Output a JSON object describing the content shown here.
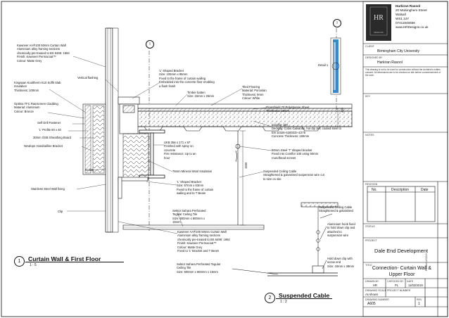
{
  "company": {
    "name": "Harkiran Rasool",
    "address": [
      "20 Malvinghem Street",
      "Walsall",
      "WS1 3JY"
    ],
    "phone": "07411945656",
    "web": "www.HRDesigns.co.uk",
    "logo_letters": "HR",
    "logo_sub": "DESIGNS"
  },
  "title_block": {
    "client_label": "CLIENT",
    "client": "Birmingham City University",
    "designer_label": "DESIGNED BY",
    "designer": "Harkiran Rasool",
    "disclaimer": "This drawing is not to be used for construction without the Architect's written consent. All dimensions are to be checked on site before commencement of the work.",
    "key_label": "KEY",
    "notes_label": "NOTES",
    "revision_label": "REVISION",
    "rev_headers": [
      "No.",
      "Description",
      "Date"
    ],
    "status_label": "STATUS",
    "project_label": "PROJECT",
    "project": "Dale End Development",
    "title_label": "TITLE",
    "drawing_title": "Connection- Curtain Wall & Upper Floor",
    "drawn_label": "DRAWN BY",
    "checked_label": "CHECKED BY",
    "date_label": "DATE",
    "drawn": "HR",
    "checked": "PL",
    "date": "11/02/2019",
    "scale_label": "DRAWING SCALE",
    "project_no_label": "PROJECT NUMBER",
    "scale": "As shown",
    "drawing_no_label": "DRAWING NUMBER",
    "rev_label": "REV",
    "drawing_no": "A605",
    "rev": "1",
    "side_text": "Printed 11/02/19"
  },
  "details": {
    "main": {
      "number": "1",
      "title": "Curtain Wall & First Floor",
      "scale": "1 : 5"
    },
    "cable": {
      "number": "2",
      "title": "Suspended Cable",
      "scale": "1 : 2"
    },
    "detail_ref": "Detail 1",
    "section_marker": "I"
  },
  "labels": {
    "curtain_wall_top": "Kawneer AA®100 50mm Curtain Wall\nAluminium alloy framing sections\nchemically pre-treated to BS 6496: 1984\nFinish: Kawneer Permacoat™\nColour: Matte Grey",
    "vertical_flashing": "Vertical flashing",
    "slab_insulation": "Kingspan Kooltherm K10 Soffit Slab\nInsulation\nThickness: 100mm",
    "cladding": "Optima TFC Rainscreen Cladding\nMaterial: Aluminium\nColour: Bronze",
    "self_drill": "Self Drill Fastener",
    "l_profile": "'L' Profile 60 x 40",
    "osb": "30mm OSB Sheathing Board",
    "handrail_bracket": "Newlope Handrailline Bracket",
    "isolate": "Isolate",
    "wall_fixing": "Stainless Steel Wall fixing",
    "clip": "Clip",
    "l_bracket_top": "'L' Shaped Bracket\nSize: 105mm x 85mm\nFixed to the frame of curtain walling\nEmbedded into the concrete floor enabling\na flush finish",
    "timber_batten": "Timber batten\nSize: 15mm x 25mm",
    "tiled_flooring": "Tiled Flooring\nMaterial: Porcelain\nThickness: 9mm\nColour: White",
    "floorshield": "Floorshield 70 Polystyrene Sheet\nThickness: 15mm",
    "comflor": "Comflor 100\nDecking: Colos Galvanite, hot dip zinc coated steel to\nEN 10326-S280GD+Z275\nConcrete Thickness: 160mm",
    "ukb": "UKB 356 x 171 x 67\nFinished with spray on\nconcrete\nFire resistance: Up to an\nhour",
    "tee_bracket": "50mm Steel 'T' shaped bracket\nFixed into Comflor 100 using 50mm\nroundhead screws",
    "mineral_wool": "75mm Mineral Wool Insulation",
    "l_bracket_mid": "'L' Shaped Bracket\nSize: 67mm x 63mm\nFixed to the frame of curtain\nwalling and to T Beam",
    "susp_cable_main": "Suspended Ceiling Cable\nStraightened & galvanised suspension wire cut\nto size on site",
    "ceiling_tile_top": "Sektor Sahara Perforated\nTegular Ceiling Tile\nSize: 600mm x 600mm x\n15mm",
    "curtain_wall_bottom": "Kawneer AA®100 50mm Curtain Wall\nAluminium alloy framing sections\nchemically pre-treated to BS 6496: 1984\nFinish: Kawneer Permacoat™\nColour: Matte Grey\nFixed to 'L' Bracket and T Beam",
    "ceiling_tile_bottom": "Sektor Sahara Perforated Tegular\nCeiling Tile\nSize: 600mm x 600mm x 15mm",
    "susp_cable_2": "Suspended Ceiling Cable\nStraightened & galvanised",
    "hook_fixed": "Aluminium hook fixed\nto hold down clip and\nattached to\nsuspension wire",
    "hold_down": "Hold down clip with\nscrew end\nSize: 34mm x 38mm",
    "dim_a": "400",
    "dim_b": "1550",
    "dim_c": "2000"
  },
  "colors": {
    "line": "#111111",
    "panel_bg": "#f4f4f4",
    "glass": "#3a87c9",
    "glass_light": "#9cc8e8",
    "logo_bg": "#2a2a2a"
  }
}
